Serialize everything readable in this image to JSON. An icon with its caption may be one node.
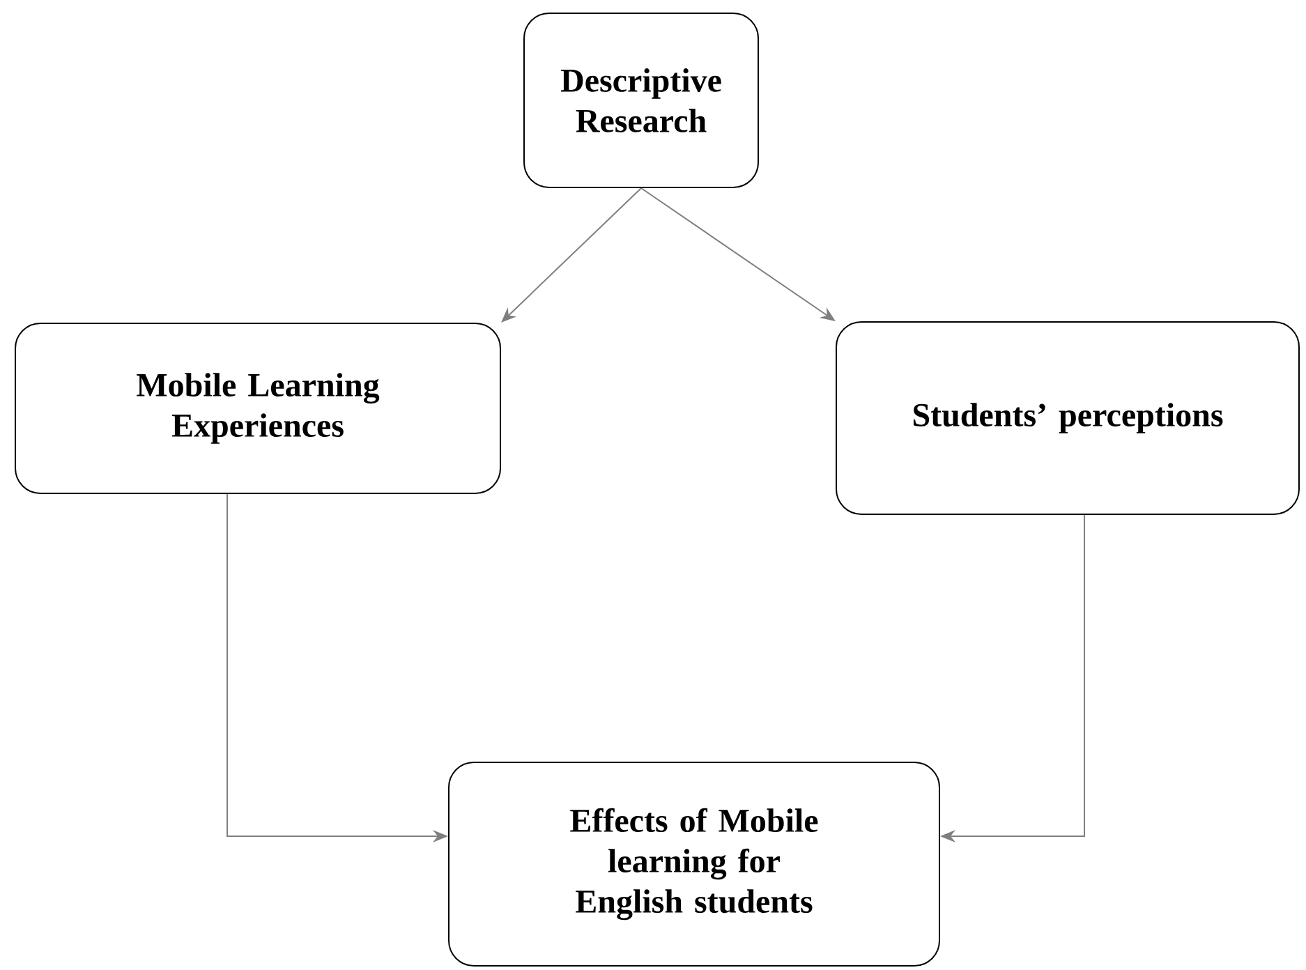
{
  "diagram": {
    "nodes": [
      {
        "text": [
          "Descriptive Research"
        ]
      },
      {
        "text": [
          "Mobile Learning Experiences"
        ]
      },
      {
        "text": [
          "Students’ perceptions"
        ]
      },
      {
        "text": [
          "Effects of Mobile learning for English students"
        ]
      }
    ],
    "edges": [
      {
        "from": 0,
        "to": 1,
        "arrow": "to"
      },
      {
        "from": 0,
        "to": 2,
        "arrow": "to"
      },
      {
        "from": 1,
        "to": 3,
        "arrow": "to"
      },
      {
        "from": 2,
        "to": 3,
        "arrow": "to"
      }
    ]
  }
}
